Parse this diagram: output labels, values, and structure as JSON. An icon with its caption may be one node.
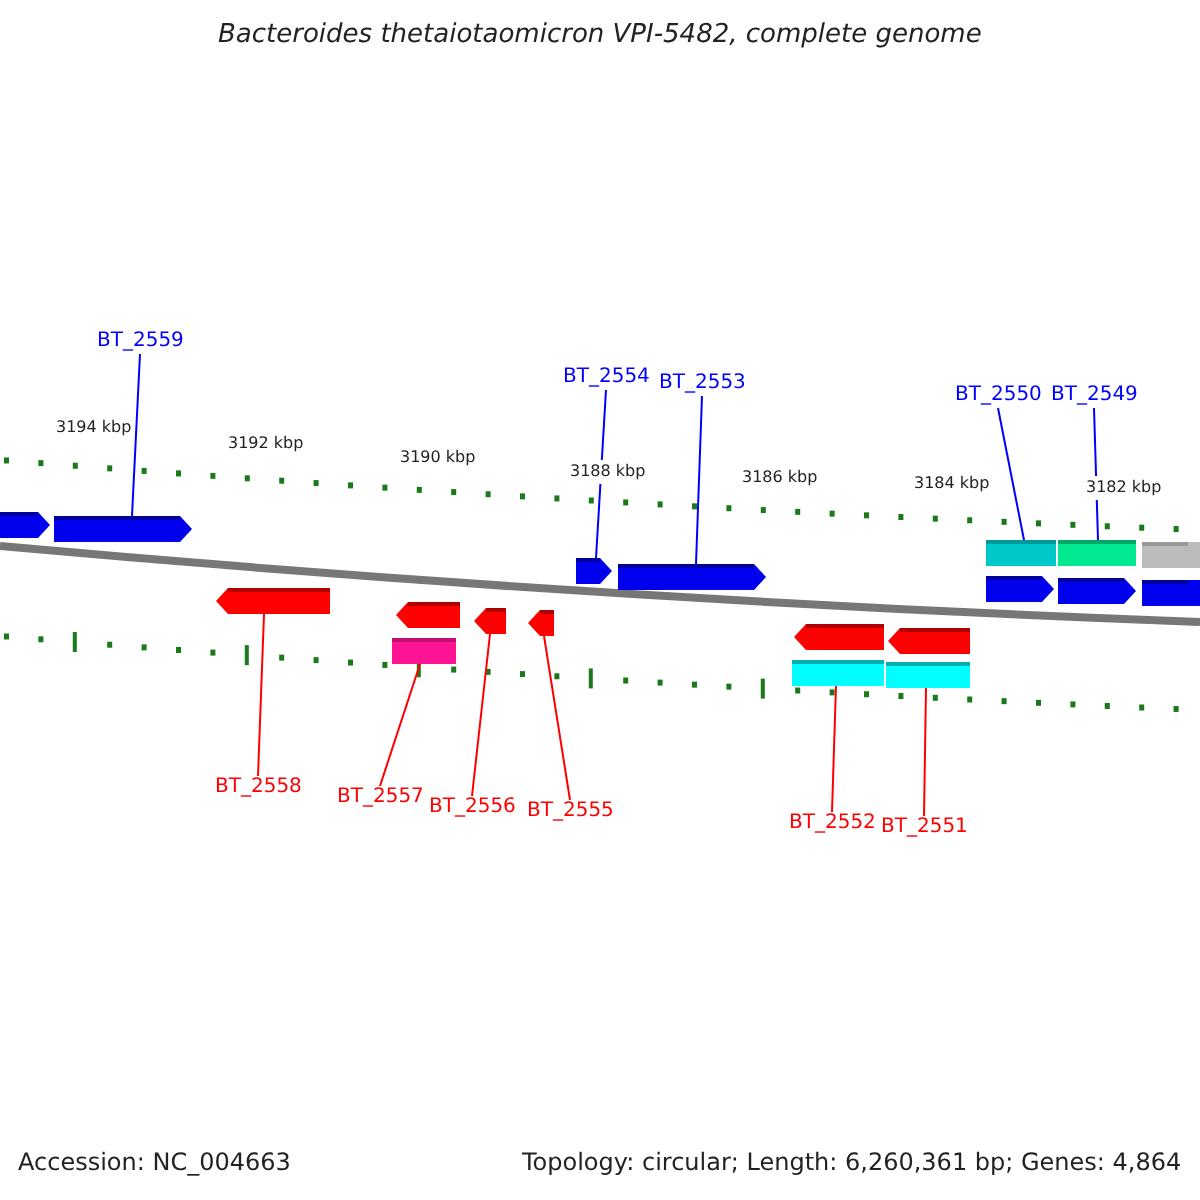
{
  "diagram": {
    "title": "Bacteroides thetaiotaomicron VPI-5482, complete genome",
    "nodes": [
      {
        "text": [
          "BT_2559"
        ]
      },
      {
        "text": [
          "BT_2554"
        ]
      },
      {
        "text": [
          "BT_2553"
        ]
      },
      {
        "text": [
          "BT_2550"
        ]
      },
      {
        "text": [
          "BT_2549"
        ]
      },
      {
        "text": [
          "BT_2558"
        ]
      },
      {
        "text": [
          "BT_2557"
        ]
      },
      {
        "text": [
          "BT_2556"
        ]
      },
      {
        "text": [
          "BT_2555"
        ]
      },
      {
        "text": [
          "BT_2552"
        ]
      },
      {
        "text": [
          "BT_2551"
        ]
      },
      {
        "text": [],
        "shape": "arrow"
      },
      {
        "text": [],
        "shape": "arrow"
      },
      {
        "text": [],
        "shape": "bar"
      },
      {
        "text": [],
        "shape": "arrow"
      },
      {
        "text": [],
        "shape": "arrow"
      },
      {
        "text": [],
        "shape": "arrow"
      },
      {
        "text": [],
        "shape": "arrow"
      },
      {
        "text": [],
        "shape": "bar"
      },
      {
        "text": [],
        "shape": "bar"
      },
      {
        "text": [],
        "shape": "bar"
      },
      {
        "text": [],
        "shape": "bar"
      }
    ],
    "edges": [
      {
        "from": 0,
        "to": 11,
        "arrow": "none",
        "color": "#0000ff"
      },
      {
        "from": 1,
        "to": 16,
        "arrow": "none",
        "color": "#0000ff"
      },
      {
        "from": 2,
        "to": 17,
        "arrow": "none",
        "color": "#0000ff"
      },
      {
        "from": 3,
        "to": 20,
        "arrow": "none",
        "color": "#0000ff"
      },
      {
        "from": 4,
        "to": 21,
        "arrow": "none",
        "color": "#0000ff"
      },
      {
        "from": 5,
        "to": 12,
        "arrow": "none"
      },
      {
        "from": 6,
        "to": 13,
        "arrow": "none"
      },
      {
        "from": 7,
        "to": 14,
        "arrow": "none"
      },
      {
        "from": 8,
        "to": 15,
        "arrow": "none"
      },
      {
        "from": 9,
        "to": 18,
        "arrow": "none"
      },
      {
        "from": 10,
        "to": 19,
        "arrow": "none"
      }
    ],
    "labels": [
      "3194 kbp",
      "3192 kbp",
      "3190 kbp",
      "3188 kbp",
      "3186 kbp",
      "3184 kbp",
      "3182 kbp",
      "Accession: NC_004663",
      "Topology: circular; Length: 6,260,361 bp; Genes: 4,864"
    ]
  }
}
